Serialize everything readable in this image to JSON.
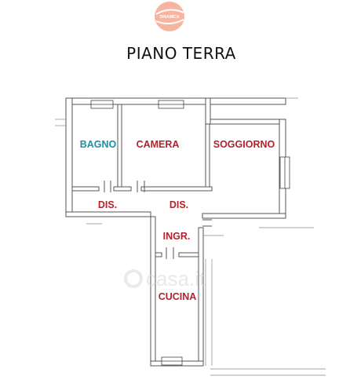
{
  "logo": {
    "text": "DINAMICA"
  },
  "title": "PIANO TERRA",
  "rooms": [
    {
      "id": "bagno",
      "label": "BAGNO",
      "color": "#1a8fa8"
    },
    {
      "id": "camera",
      "label": "CAMERA",
      "color": "#b3212b"
    },
    {
      "id": "soggiorno",
      "label": "SOGGIORNO",
      "color": "#b3212b"
    },
    {
      "id": "dis-left",
      "label": "DIS.",
      "color": "#b3212b"
    },
    {
      "id": "dis-right",
      "label": "DIS.",
      "color": "#b3212b"
    },
    {
      "id": "ingr",
      "label": "INGR.",
      "color": "#b3212b"
    },
    {
      "id": "cucina",
      "label": "CUCINA",
      "color": "#b3212b"
    }
  ],
  "watermark": {
    "text": "casa.it",
    "icon": "casa-house-icon"
  },
  "colors": {
    "wall": "#555555",
    "logo": "#e8572a"
  }
}
